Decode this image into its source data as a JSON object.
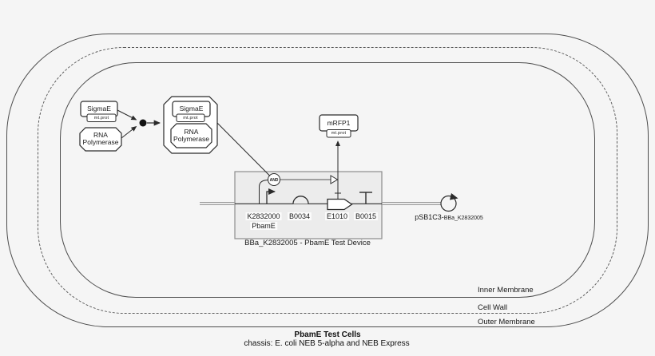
{
  "diagram": {
    "title": "PbamE Test Cells",
    "subtitle": "chassis: E. coli NEB 5-alpha and NEB Express",
    "membranes": {
      "inner": "Inner Membrane",
      "cell_wall": "Cell Wall",
      "outer": "Outer Membrane"
    },
    "molecules": {
      "sigmaE": "SigmaE",
      "sigmaE_tag": "mt.prot",
      "rna_line1": "RNA",
      "rna_line2": "Polymerase",
      "mrfp1": "mRFP1",
      "mrfp1_tag": "mt.prot"
    },
    "logic": {
      "and_gate": "AND"
    },
    "device": {
      "caption": "BBa_K2832005 - PbamE Test Device",
      "parts": [
        {
          "id": "K2832000",
          "sub": "PbamE",
          "type": "promoter"
        },
        {
          "id": "B0034",
          "type": "rbs"
        },
        {
          "id": "E1010",
          "type": "cds"
        },
        {
          "id": "B0015",
          "type": "terminator"
        }
      ]
    },
    "plasmid": {
      "backbone": "pSB1C3-",
      "insert": "BBa_K2832005"
    },
    "colors": {
      "background": "#f5f5f5",
      "device_fill": "#ececec",
      "stroke": "#2a2a2a",
      "membrane_stroke": "#4d4d4d"
    }
  }
}
